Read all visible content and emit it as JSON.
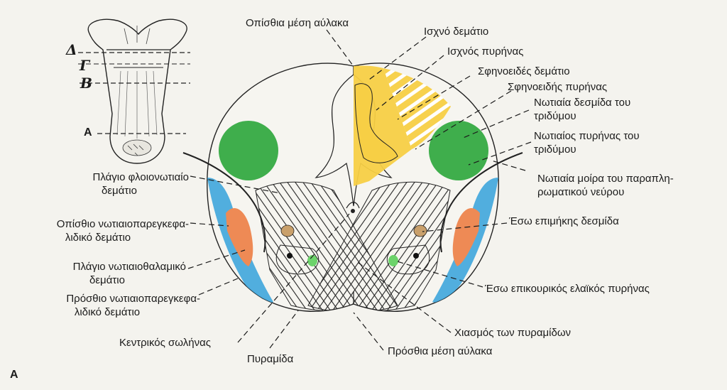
{
  "figure_letter": "A",
  "inset": {
    "levels": [
      "Δ",
      "Γ",
      "Β",
      "Α"
    ]
  },
  "labels": {
    "posterior_median_sulcus": "Οπίσθια μέση αύλακα",
    "fasciculus_gracilis": "Ισχνό δεμάτιο",
    "nucleus_gracilis": "Ισχνός πυρήνας",
    "fasciculus_cuneatus": "Σφηνοειδές δεμάτιο",
    "nucleus_cuneatus": "Σφηνοειδής πυρήνας",
    "spinal_tract_trigeminal_1": "Νωτιαία δεσμίδα του",
    "spinal_tract_trigeminal_2": "τριδύμου",
    "spinal_nucleus_trigeminal_1": "Νωτιαίος πυρήνας του",
    "spinal_nucleus_trigeminal_2": "τριδύμου",
    "spinal_accessory_1": "Νωτιαία μοίρα του παραπλη-",
    "spinal_accessory_2": "ρωματικού νεύρου",
    "medial_longitudinal": "Έσω επιμήκης δεσμίδα",
    "medial_accessory_olive": "Έσω επικουρικός ελαϊκός πυρήνας",
    "pyramidal_decussation": "Χιασμός των πυραμίδων",
    "anterior_median_fissure": "Πρόσθια μέση αύλακα",
    "pyramid": "Πυραμίδα",
    "central_canal": "Κεντρικός σωλήνας",
    "lateral_corticospinal_1": "Πλάγιο φλοιονωτιαίο",
    "lateral_corticospinal_2": "δεμάτιο",
    "posterior_spinocerebellar_1": "Οπίσθιο νωτιαιοπαρεγκεφα-",
    "posterior_spinocerebellar_2": "λιδικό δεμάτιο",
    "lateral_spinothalamic_1": "Πλάγιο νωτιαιοθαλαμικό",
    "lateral_spinothalamic_2": "δεμάτιο",
    "anterior_spinocerebellar_1": "Πρόσθιο νωτιαιοπαρεγκεφα-",
    "anterior_spinocerebellar_2": "λιδικό δεμάτιο"
  },
  "colors": {
    "background": "#f4f3ee",
    "gracilis_yellow": "#f7cf45",
    "trigeminal_green": "#3fae4c",
    "cerebellar_blue": "#3fa6dc",
    "spinothalamic_orange": "#ee8a55",
    "mlf_brown": "#c9a06b",
    "olive_green": "#6cd36a"
  }
}
